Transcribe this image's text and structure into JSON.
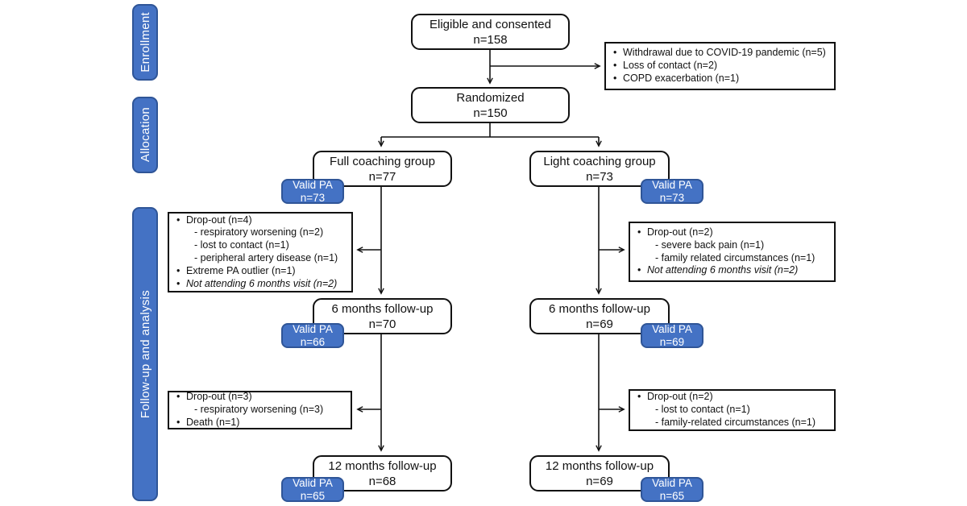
{
  "palette": {
    "accent_blue": "#4472C4",
    "accent_blue_border": "#2F5597",
    "box_border": "#111111",
    "background": "#ffffff",
    "text": "#111111",
    "badge_text": "#ffffff"
  },
  "stages": {
    "enrollment": "Enrollment",
    "allocation": "Allocation",
    "followup": "Follow-up and analysis"
  },
  "boxes": {
    "eligible": {
      "line1": "Eligible and consented",
      "line2": "n=158"
    },
    "randomized": {
      "line1": "Randomized",
      "line2": "n=150"
    },
    "full_group": {
      "line1": "Full coaching group",
      "line2": "n=77"
    },
    "light_group": {
      "line1": "Light coaching group",
      "line2": "n=73"
    },
    "six_mo_left": {
      "line1": "6 months follow-up",
      "line2": "n=70"
    },
    "six_mo_right": {
      "line1": "6 months follow-up",
      "line2": "n=69"
    },
    "twelve_mo_left": {
      "line1": "12 months follow-up",
      "line2": "n=68"
    },
    "twelve_mo_right": {
      "line1": "12 months follow-up",
      "line2": "n=69"
    }
  },
  "valid_pa": {
    "label": "Valid PA",
    "baseline_left": "n=73",
    "baseline_right": "n=73",
    "six_left": "n=66",
    "six_right": "n=69",
    "twelve_left": "n=65",
    "twelve_right": "n=65"
  },
  "notes": {
    "withdrawal": {
      "items": [
        {
          "style": "bullet",
          "text": "Withdrawal due to COVID-19 pandemic (n=5)"
        },
        {
          "style": "bullet",
          "text": "Loss of contact (n=2)"
        },
        {
          "style": "bullet",
          "text": "COPD exacerbation (n=1)"
        }
      ]
    },
    "left_drop_1": {
      "items": [
        {
          "style": "bullet",
          "text": "Drop-out (n=4)"
        },
        {
          "style": "sub",
          "text": "- respiratory worsening (n=2)"
        },
        {
          "style": "sub",
          "text": "- lost to contact (n=1)"
        },
        {
          "style": "sub",
          "text": "- peripheral artery disease (n=1)"
        },
        {
          "style": "bullet",
          "text": "Extreme PA outlier (n=1)"
        },
        {
          "style": "bullet-italic",
          "text": "Not attending 6 months visit (n=2)"
        }
      ]
    },
    "right_drop_1": {
      "items": [
        {
          "style": "bullet",
          "text": "Drop-out (n=2)"
        },
        {
          "style": "sub",
          "text": "- severe back pain (n=1)"
        },
        {
          "style": "sub",
          "text": "- family related circumstances (n=1)"
        },
        {
          "style": "bullet-italic",
          "text": "Not attending 6 months visit (n=2)"
        }
      ]
    },
    "left_drop_2": {
      "items": [
        {
          "style": "bullet",
          "text": "Drop-out (n=3)"
        },
        {
          "style": "sub",
          "text": "- respiratory worsening (n=3)"
        },
        {
          "style": "bullet",
          "text": "Death (n=1)"
        }
      ]
    },
    "right_drop_2": {
      "items": [
        {
          "style": "bullet",
          "text": "Drop-out (n=2)"
        },
        {
          "style": "sub",
          "text": "- lost to contact (n=1)"
        },
        {
          "style": "sub",
          "text": "- family-related circumstances (n=1)"
        }
      ]
    }
  }
}
